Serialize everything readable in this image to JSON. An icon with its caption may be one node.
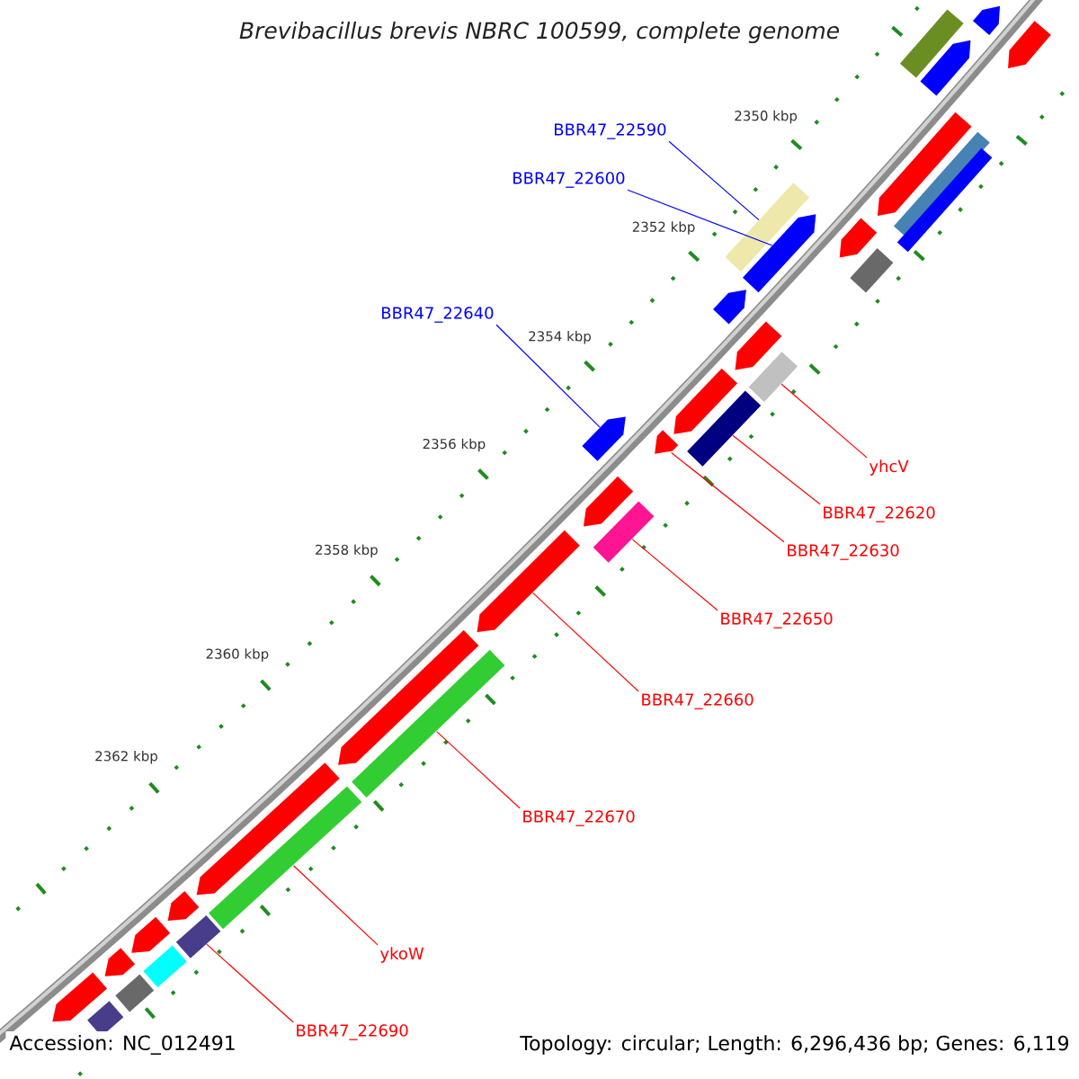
{
  "diagram": {
    "title": "Brevibacillus brevis NBRC 100599, complete genome",
    "nodes": [
      {
        "text": [
          "BBR47_22590"
        ]
      },
      {
        "text": [
          "BBR47_22600"
        ]
      },
      {
        "text": [
          "BBR47_22640"
        ]
      },
      {
        "text": [
          "yhcV"
        ]
      },
      {
        "text": [
          "BBR47_22620"
        ]
      },
      {
        "text": [
          "BBR47_22630"
        ]
      },
      {
        "text": [
          "BBR47_22650"
        ]
      },
      {
        "text": [
          "BBR47_22660"
        ]
      },
      {
        "text": [
          "BBR47_22670"
        ]
      },
      {
        "text": [
          "ykoW"
        ]
      },
      {
        "text": [
          "BBR47_22690"
        ]
      },
      {
        "text": [],
        "shape": "pentagon"
      },
      {
        "text": [],
        "shape": "box"
      },
      {
        "text": [],
        "shape": "pentagon"
      },
      {
        "text": [],
        "shape": "pentagon"
      },
      {
        "text": [],
        "shape": "pentagon"
      },
      {
        "text": [],
        "shape": "box"
      },
      {
        "text": [],
        "shape": "box"
      },
      {
        "text": [],
        "shape": "box"
      },
      {
        "text": [],
        "shape": "pentagon"
      },
      {
        "text": [],
        "shape": "pentagon"
      },
      {
        "text": [],
        "shape": "box"
      },
      {
        "text": [],
        "shape": "pentagon"
      },
      {
        "text": [],
        "shape": "pentagon"
      },
      {
        "text": [],
        "shape": "box"
      },
      {
        "text": [],
        "shape": "pentagon"
      },
      {
        "text": [],
        "shape": "box"
      },
      {
        "text": [],
        "shape": "pentagon"
      },
      {
        "text": [],
        "shape": "pentagon"
      },
      {
        "text": [],
        "shape": "pentagon"
      },
      {
        "text": [],
        "shape": "box"
      },
      {
        "text": [],
        "shape": "pentagon"
      },
      {
        "text": [],
        "shape": "pentagon"
      },
      {
        "text": [],
        "shape": "box"
      },
      {
        "text": [],
        "shape": "pentagon"
      },
      {
        "text": [],
        "shape": "box"
      },
      {
        "text": [],
        "shape": "pentagon"
      },
      {
        "text": [],
        "shape": "box"
      },
      {
        "text": [],
        "shape": "pentagon"
      },
      {
        "text": [],
        "shape": "box"
      },
      {
        "text": [],
        "shape": "pentagon"
      },
      {
        "text": [],
        "shape": "box"
      },
      {
        "text": [],
        "shape": "pentagon"
      },
      {
        "text": [],
        "shape": "box"
      }
    ],
    "edges": [
      {
        "from": 0,
        "to": 18,
        "arrow": "none",
        "color": "#0000ff"
      },
      {
        "from": 1,
        "to": 20,
        "arrow": "none",
        "color": "#0000ff"
      },
      {
        "from": 2,
        "to": 27,
        "arrow": "none",
        "color": "#0000ff"
      },
      {
        "from": 3,
        "to": 24,
        "arrow": "none"
      },
      {
        "from": 4,
        "to": 26,
        "arrow": "none"
      },
      {
        "from": 5,
        "to": 28,
        "arrow": "none"
      },
      {
        "from": 6,
        "to": 30,
        "arrow": "none"
      },
      {
        "from": 7,
        "to": 31,
        "arrow": "none"
      },
      {
        "from": 8,
        "to": 33,
        "arrow": "none"
      },
      {
        "from": 9,
        "to": 35,
        "arrow": "none"
      },
      {
        "from": 10,
        "to": 37,
        "arrow": "none"
      }
    ],
    "labels": [
      "2350 kbp",
      "2352 kbp",
      "2354 kbp",
      "2356 kbp",
      "2358 kbp",
      "2360 kbp",
      "2362 kbp",
      "Accession: NC_012491",
      "Topology: circular; Length: 6,296,436 bp; Genes: 6,119"
    ]
  }
}
